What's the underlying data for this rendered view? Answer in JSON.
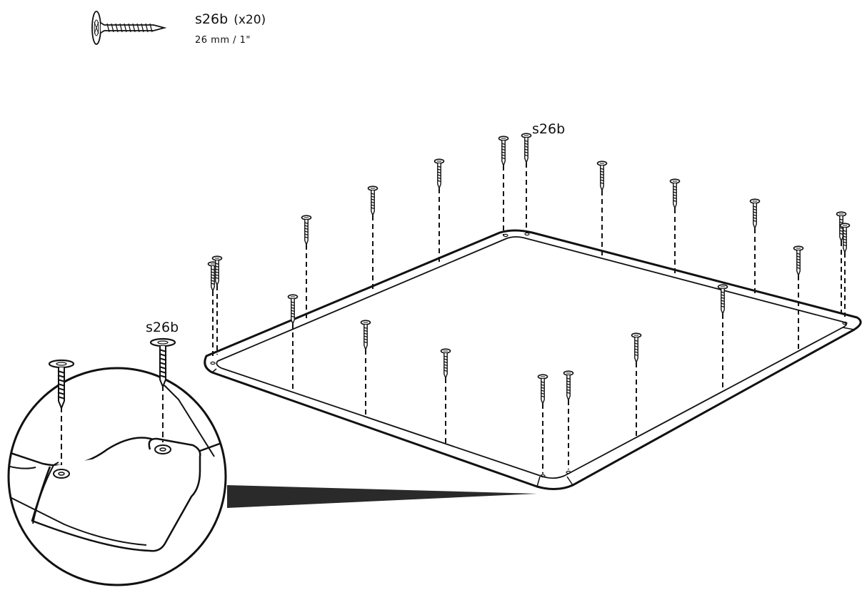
{
  "part": {
    "code": "s26b",
    "quantity": "(x20)",
    "size": "26 mm / 1\""
  },
  "callouts": {
    "main": "s26b",
    "detail": "s26b"
  },
  "colors": {
    "line": "#111111",
    "background": "#ffffff",
    "zoom_wedge": "#2a2a2a"
  },
  "icons": [
    "screw-icon",
    "panel-frame-icon",
    "zoom-circle-icon"
  ]
}
